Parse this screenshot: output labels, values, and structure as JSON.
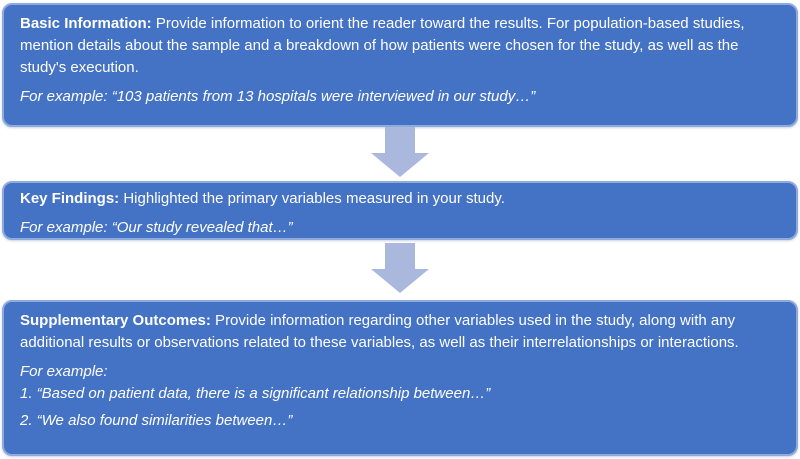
{
  "colors": {
    "background": "#ffffff",
    "box_fill": "#4472C4",
    "box_border": "#8FAADC",
    "arrow_fill": "#A9B8DC",
    "text": "#ffffff"
  },
  "boxes": [
    {
      "title": "Basic Information:",
      "body": " Provide information to orient the reader toward the results. For population-based studies, mention details about the sample and a breakdown of how patients were chosen for the study, as well as the study's execution.",
      "examples": [
        "For example: “103 patients from 13 hospitals were interviewed in our study…”"
      ]
    },
    {
      "title": "Key Findings:",
      "body": " Highlighted the primary variables measured in your study.",
      "examples": [
        "For example: “Our study revealed that…”"
      ]
    },
    {
      "title": "Supplementary Outcomes:",
      "body": " Provide information regarding other variables used in the study, along with any additional results or observations related to these variables, as well as their interrelationships or interactions.",
      "examples": [
        "For example:",
        "1. “Based on patient data, there is a significant relationship between…”",
        "2. “We also found similarities between…”"
      ]
    }
  ]
}
